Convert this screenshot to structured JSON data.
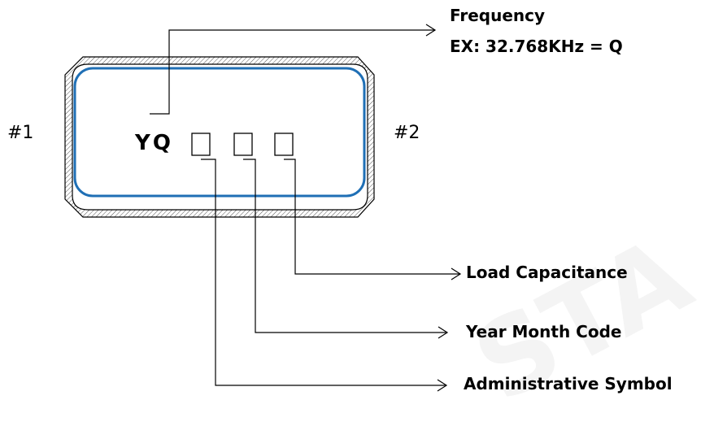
{
  "labels": {
    "frequency_title": "Frequency",
    "frequency_example": "EX: 32.768KHz = Q",
    "pin1": "#1",
    "pin2": "#2",
    "marking_prefix": "YQ",
    "load_capacitance": "Load Capacitance",
    "year_month_code": "Year Month Code",
    "administrative_symbol": "Administrative Symbol"
  },
  "watermark_text": "STA",
  "colors": {
    "inner_outline": "#1f6fb5",
    "lines": "#000000",
    "hatch": "#555555"
  }
}
